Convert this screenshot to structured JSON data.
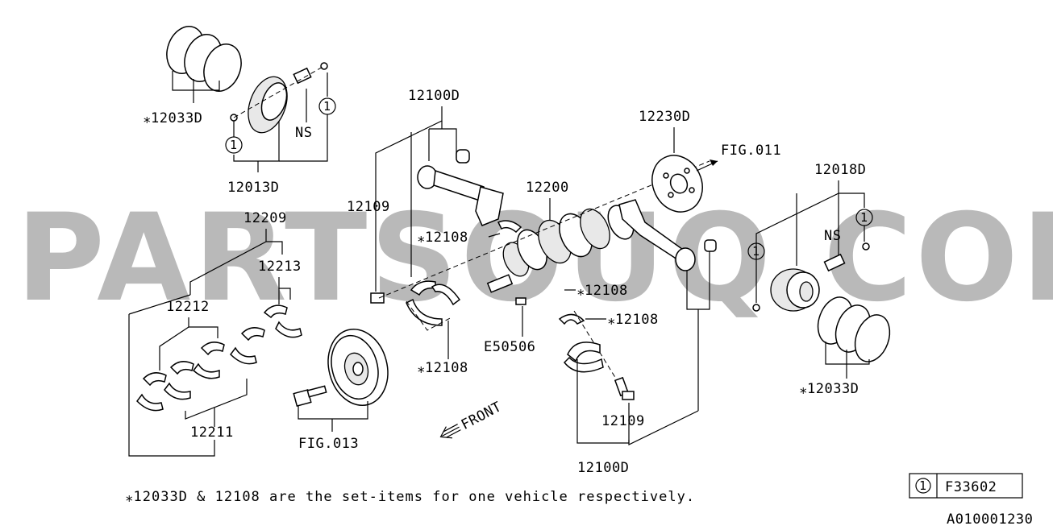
{
  "watermark": "PARTSOUQ.COM",
  "labels": {
    "rings_left": "⁎12033D",
    "piston_left": "12013D",
    "ns_left": "NS",
    "conrod_top": "12100D",
    "bolt_top": "12109",
    "bearing_top": "⁎12108",
    "crank": "12200",
    "flywheel": "12230D",
    "fig011": "FIG.011",
    "piston_right": "12018D",
    "ns_right": "NS",
    "set_main": "12209",
    "main_upper": "12213",
    "main_mid": "12212",
    "main_lower": "12211",
    "bearing_mid": "⁎12108",
    "bearing_right": "⁎12108",
    "bearing_bottom": "⁎12108",
    "key": "E50506",
    "fig013": "FIG.013",
    "front": "FRONT",
    "bolt_bottom": "12109",
    "conrod_bottom": "12100D",
    "rings_right": "⁎12033D",
    "circle_ref": "1"
  },
  "footnote": "⁎12033D & 12108 are the set-items for one vehicle respectively.",
  "legend": {
    "symbol": "1",
    "code": "F33602"
  },
  "diagram_id": "A010001230"
}
